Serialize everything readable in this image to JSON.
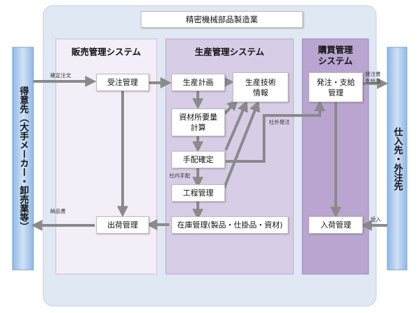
{
  "title": "精密機械部品製造業",
  "customer": "得意先（大手メーカー・卸売業等）",
  "supplier": "仕入先・外注先",
  "systems": {
    "sales": {
      "title": "販売管理システム",
      "order_mgmt": "受注管理",
      "shipping_mgmt": "出荷管理"
    },
    "production": {
      "title": "生産管理システム",
      "production_plan": "生産計画",
      "tech_info": [
        "生産技術",
        "情報"
      ],
      "material_calc": [
        "資材所要量",
        "計算"
      ],
      "arrangement": "手配確定",
      "process_mgmt": "工程管理",
      "inventory_mgmt": "在庫管理(製品・仕掛品・資材)"
    },
    "purchase": {
      "title": [
        "購買管理",
        "システム"
      ],
      "order_supply": [
        "発注・支給",
        "管理"
      ],
      "receiving_mgmt": "入荷管理"
    }
  },
  "flow_labels": {
    "confirmed_order": "確定注文",
    "delivery_note": "納品書",
    "order_sheet": "発注書",
    "supply_goods": "支給品",
    "outsourced_order": "社外発注",
    "internal_order": "社内手配",
    "receiving": "受入"
  },
  "colors": {
    "outer_panel": "#dfe8f3",
    "side_bar": "#a9c9ec",
    "sales_panel": "#f3eef8",
    "production_panel": "#d8cde6",
    "purchase_panel": "#b9a5d0",
    "arrow": "#8a8a8a"
  }
}
